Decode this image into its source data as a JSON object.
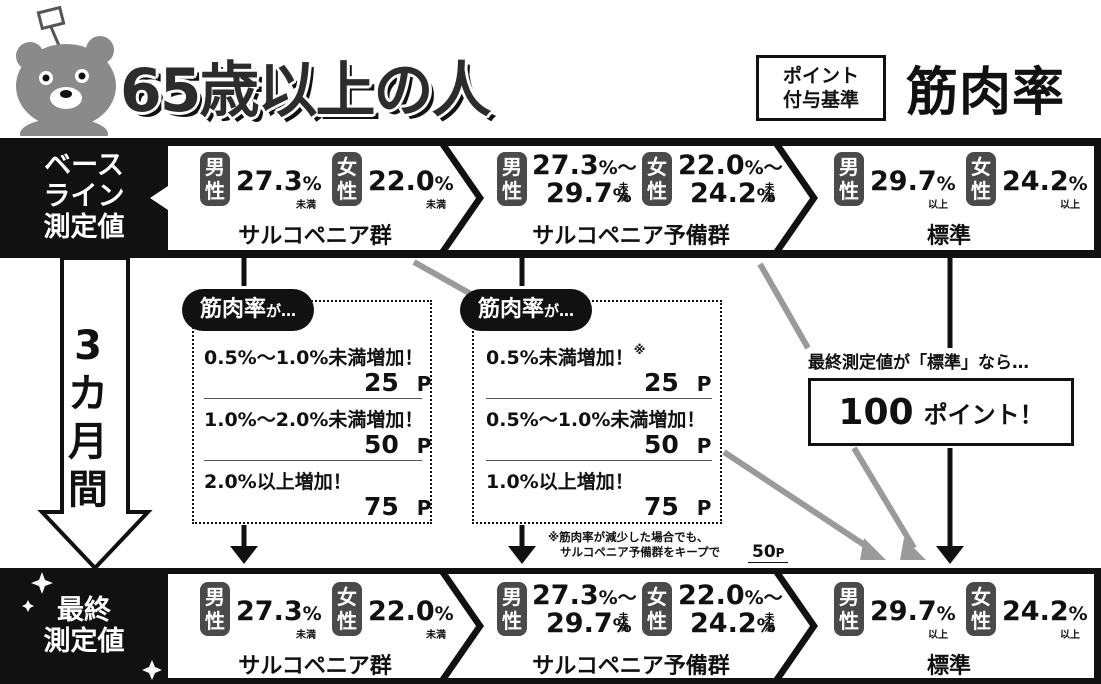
{
  "title": "65歳以上の人",
  "criteria": {
    "label_line1": "ポイント",
    "label_line2": "付与基準",
    "metric": "筋肉率"
  },
  "baseline_row": {
    "label": [
      "ベース",
      "ライン",
      "測定値"
    ]
  },
  "final_row": {
    "label": [
      "最終",
      "測定値"
    ]
  },
  "badges": {
    "male": [
      "男",
      "性"
    ],
    "female": [
      "女",
      "性"
    ]
  },
  "groups": [
    {
      "name": "サルコペニア群",
      "male": {
        "value": "27.3",
        "unit": "%",
        "qualifier": "未満"
      },
      "female": {
        "value": "22.0",
        "unit": "%",
        "qualifier": "未満"
      }
    },
    {
      "name": "サルコペニア予備群",
      "male": {
        "line1": "27.3",
        "line1_unit": "%〜",
        "line2": "29.7",
        "line2_unit": "%",
        "qualifier": "未満"
      },
      "female": {
        "line1": "22.0",
        "line1_unit": "%〜",
        "line2": "24.2",
        "line2_unit": "%",
        "qualifier": "未満"
      }
    },
    {
      "name": "標準",
      "male": {
        "value": "29.7",
        "unit": "%",
        "qualifier": "以上"
      },
      "female": {
        "value": "24.2",
        "unit": "%",
        "qualifier": "以上"
      }
    }
  ],
  "period": [
    "3",
    "カ",
    "月",
    "間"
  ],
  "gain_tables": [
    {
      "title": "筋肉率",
      "title_suffix": "が…",
      "items": [
        {
          "condition": "0.5%〜1.0%未満増加！",
          "points": "25",
          "unit": "P"
        },
        {
          "condition": "1.0%〜2.0%未満増加！",
          "points": "50",
          "unit": "P"
        },
        {
          "condition": "2.0%以上増加！",
          "points": "75",
          "unit": "P"
        }
      ]
    },
    {
      "title": "筋肉率",
      "title_suffix": "が…",
      "items": [
        {
          "condition": "0.5%未満増加！",
          "mark": "※",
          "points": "25",
          "unit": "P"
        },
        {
          "condition": "0.5%〜1.0%未満増加！",
          "points": "50",
          "unit": "P"
        },
        {
          "condition": "1.0%以上増加！",
          "points": "75",
          "unit": "P"
        }
      ]
    }
  ],
  "note": {
    "line1": "※筋肉率が減少した場合でも、",
    "line2": "サルコペニア予備群をキープで",
    "points": "50",
    "unit": "P"
  },
  "final_standard": {
    "condition": "最終測定値が「標準」なら…",
    "points": "100",
    "points_label": "ポイント！"
  },
  "colors": {
    "dark": "#111111",
    "badge": "#4a4a4a",
    "gray_arrow": "#9a9a9a",
    "mascot": "#8a8a8a"
  }
}
